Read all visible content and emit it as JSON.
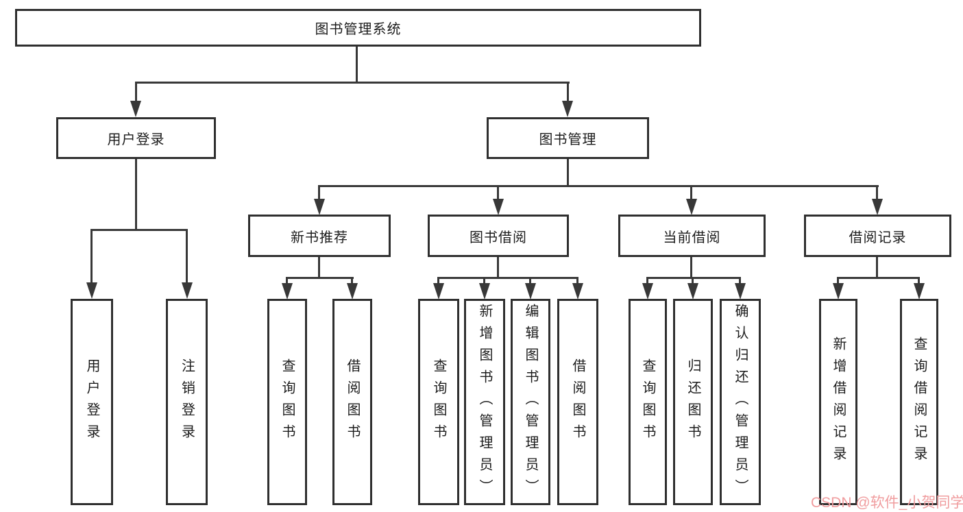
{
  "tree": {
    "root": {
      "label": "图书管理系统"
    },
    "branches": [
      {
        "label": "用户登录",
        "children": [
          {
            "label": "用户登录"
          },
          {
            "label": "注销登录"
          }
        ]
      },
      {
        "label": "图书管理",
        "children": [
          {
            "label": "新书推荐",
            "children": [
              {
                "label": "查询图书"
              },
              {
                "label": "借阅图书"
              }
            ]
          },
          {
            "label": "图书借阅",
            "children": [
              {
                "label": "查询图书"
              },
              {
                "label": "新增图书（管理员）"
              },
              {
                "label": "编辑图书（管理员）"
              },
              {
                "label": "借阅图书"
              }
            ]
          },
          {
            "label": "当前借阅",
            "children": [
              {
                "label": "查询图书"
              },
              {
                "label": "归还图书"
              },
              {
                "label": "确认归还（管理员）"
              }
            ]
          },
          {
            "label": "借阅记录",
            "children": [
              {
                "label": "新增借阅记录"
              },
              {
                "label": "查询借阅记录"
              }
            ]
          }
        ]
      }
    ]
  },
  "watermark": {
    "text": "CSDN @软件_小贺同学",
    "color": "#f09c9e"
  },
  "colors": {
    "line": "#383838",
    "box_border": "#2f2f2f",
    "box_bg": "#ffffff",
    "text": "#1c1c1c"
  }
}
